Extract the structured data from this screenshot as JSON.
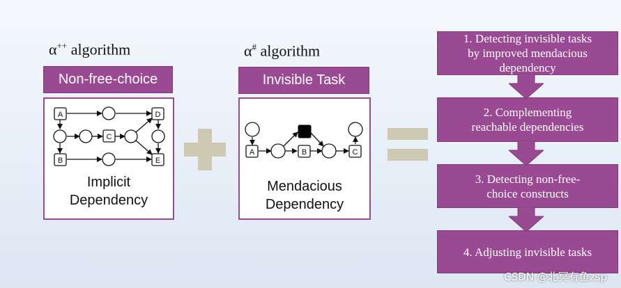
{
  "left": {
    "heading_symbol": "α",
    "heading_sup": "++",
    "heading_word": " algorithm",
    "banner": "Non-free-choice",
    "diagram_labels": {
      "a": "A",
      "b": "B",
      "c": "C",
      "d": "D",
      "e": "E"
    },
    "caption_line1": "Implicit",
    "caption_line2": "Dependency"
  },
  "right": {
    "heading_symbol": "α",
    "heading_sup": "#",
    "heading_word": " algorithm",
    "banner": "Invisible Task",
    "diagram_labels": {
      "a": "A",
      "b": "B",
      "c": "C"
    },
    "caption_line1": "Mendacious",
    "caption_line2": "Dependency"
  },
  "steps": [
    {
      "line1": "1. Detecting invisible tasks",
      "line2": "by improved mendacious",
      "line3": "dependency"
    },
    {
      "line1": "2. Complementing",
      "line2": "reachable dependencies",
      "line3": ""
    },
    {
      "line1": "3. Detecting non-free-",
      "line2": "choice constructs",
      "line3": ""
    },
    {
      "line1": "4. Adjusting invisible tasks",
      "line2": "",
      "line3": ""
    }
  ],
  "watermark": "CSDN @北冥有鱼zsp",
  "colors": {
    "accent": "#9a4a93",
    "operator": "#cdc9b2"
  }
}
